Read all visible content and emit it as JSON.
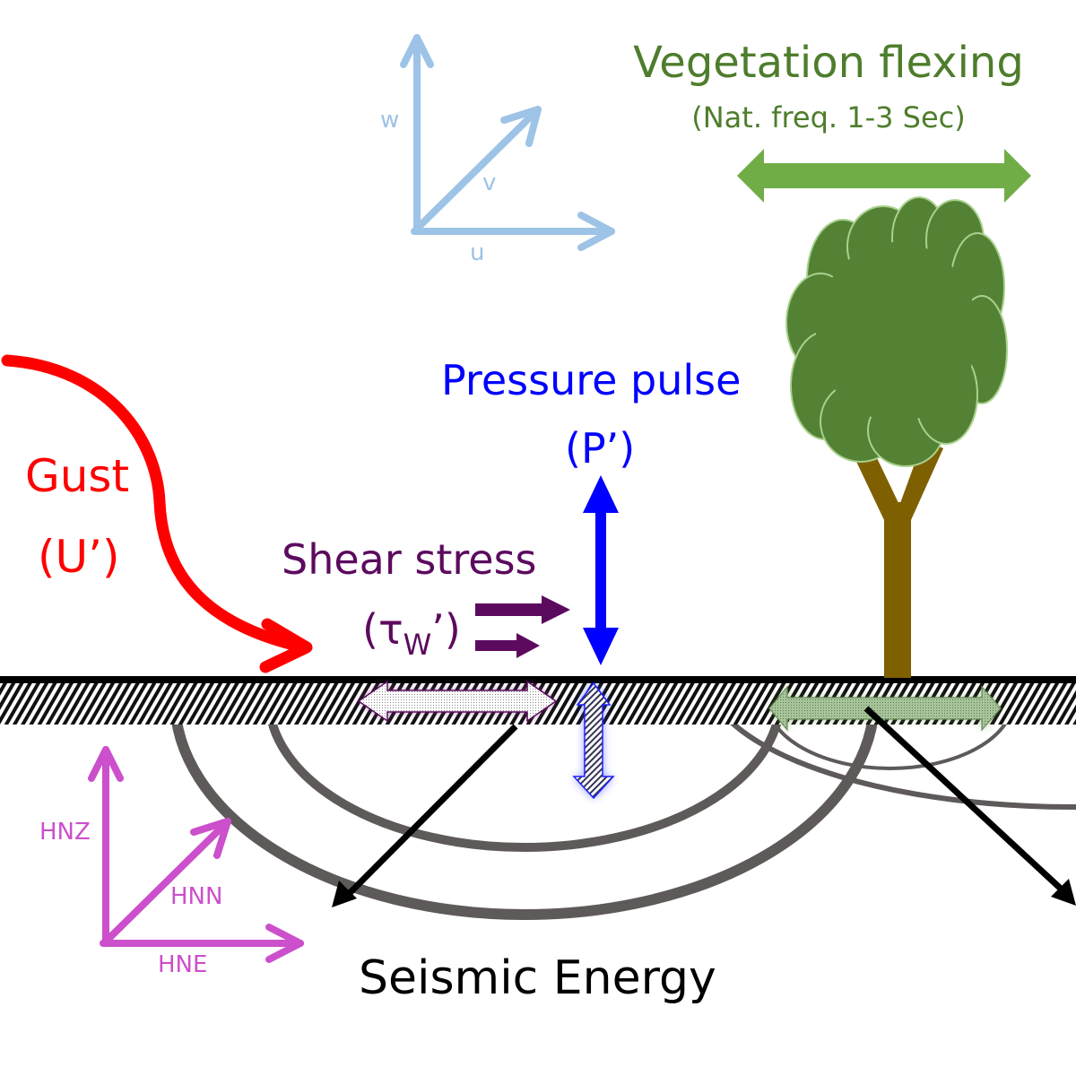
{
  "colors": {
    "gust": "#ff0000",
    "pressure": "#0000ff",
    "shear": "#5c0a5e",
    "vegetation_text": "#4e7d2c",
    "vegetation_arrow": "#70ad47",
    "tree_canopy": "#548235",
    "tree_outline": "#a9d18e",
    "tree_trunk": "#7f6000",
    "wind_axes": "#9dc3e6",
    "sensor_axes": "#cc4fcc",
    "waves": "#5f5a5a",
    "ground": "#000000"
  },
  "wind_axes": {
    "w": "w",
    "v": "v",
    "u": "u"
  },
  "sensor_axes": {
    "z": "HNZ",
    "n": "HNN",
    "e": "HNE"
  },
  "vegetation": {
    "title": "Vegetation flexing",
    "subtitle": "(Nat. freq. 1-3 Sec)"
  },
  "pressure": {
    "title": "Pressure pulse",
    "symbol": "(P’)"
  },
  "gust": {
    "title": "Gust",
    "symbol": "(U’)"
  },
  "shear": {
    "title": "Shear stress",
    "symbol_open": "(τ",
    "symbol_sub": "W",
    "symbol_close": "’)"
  },
  "seismic": {
    "label": "Seismic Energy"
  }
}
